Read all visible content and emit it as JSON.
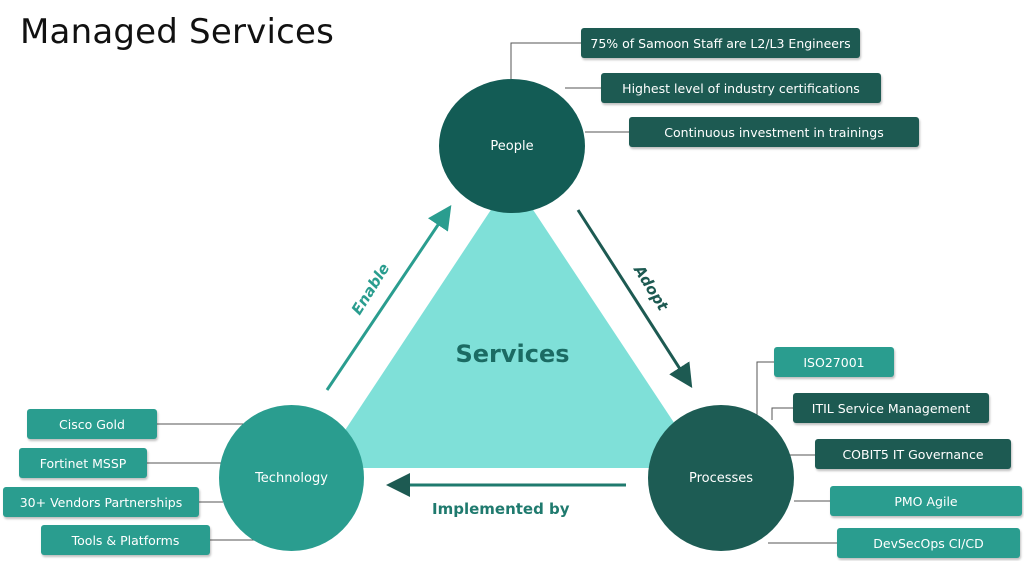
{
  "title": "Managed Services",
  "center": "Services",
  "colors": {
    "triangle": "#7fe0d8",
    "dark_green": "#1d5a52",
    "teal": "#2a9d8f"
  },
  "nodes": {
    "people": "People",
    "technology": "Technology",
    "processes": "Processes"
  },
  "relations": {
    "enable": "Enable",
    "adopt": "Adopt",
    "implemented_by": "Implemented by"
  },
  "people_items": [
    "75% of Samoon Staff are L2/L3 Engineers",
    "Highest level of industry certifications",
    "Continuous investment in trainings"
  ],
  "technology_items": [
    "Cisco Gold",
    "Fortinet MSSP",
    "30+ Vendors Partnerships",
    "Tools & Platforms"
  ],
  "processes_items": [
    "ISO27001",
    "ITIL Service Management",
    "COBIT5 IT Governance",
    "PMO Agile",
    "DevSecOps CI/CD"
  ]
}
